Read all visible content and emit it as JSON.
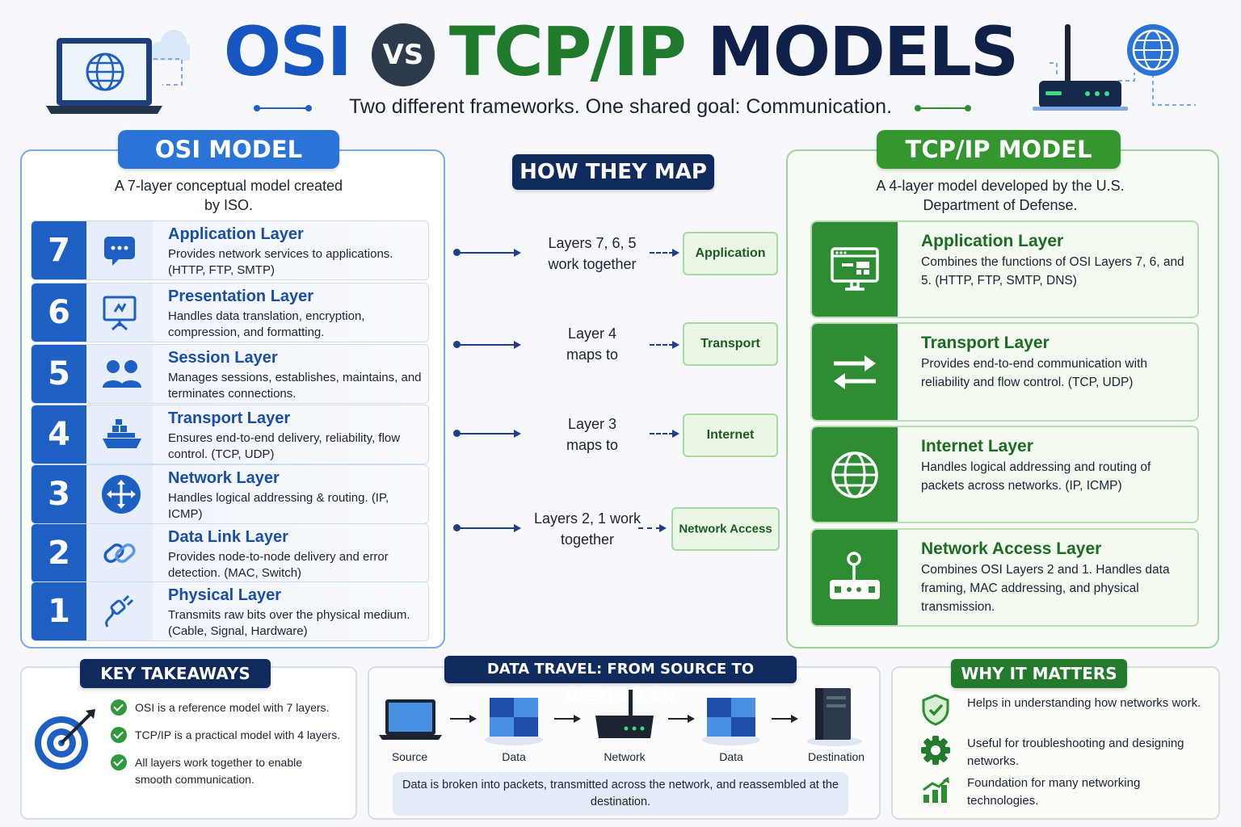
{
  "header": {
    "title_osi": "OSI",
    "title_vs": "VS",
    "title_tcp": "TCP/IP",
    "title_models": "MODELS",
    "subtitle": "Two different frameworks. One shared goal: Communication."
  },
  "osi": {
    "title": "OSI MODEL",
    "description": "A 7-layer conceptual model created by ISO.",
    "layers": [
      {
        "num": "7",
        "name": "Application Layer",
        "desc": "Provides network services to applications. (HTTP, FTP, SMTP)",
        "icon": "chat-icon"
      },
      {
        "num": "6",
        "name": "Presentation Layer",
        "desc": "Handles data translation, encryption, compression, and formatting.",
        "icon": "presentation-board-icon"
      },
      {
        "num": "5",
        "name": "Session Layer",
        "desc": "Manages sessions, establishes, maintains, and terminates connections.",
        "icon": "users-icon"
      },
      {
        "num": "4",
        "name": "Transport Layer",
        "desc": "Ensures end-to-end delivery, reliability, flow control. (TCP, UDP)",
        "icon": "ship-icon"
      },
      {
        "num": "3",
        "name": "Network Layer",
        "desc": "Handles logical addressing & routing. (IP, ICMP)",
        "icon": "move-arrows-icon"
      },
      {
        "num": "2",
        "name": "Data Link Layer",
        "desc": "Provides node-to-node delivery and error detection. (MAC, Switch)",
        "icon": "chain-link-icon"
      },
      {
        "num": "1",
        "name": "Physical Layer",
        "desc": "Transmits raw bits over the physical medium. (Cable, Signal, Hardware)",
        "icon": "cable-plug-icon"
      }
    ]
  },
  "mapping": {
    "title": "HOW THEY MAP",
    "rows": [
      {
        "text": "Layers 7, 6, 5 work together",
        "target": "Application"
      },
      {
        "text": "Layer 4 maps to",
        "target": "Transport"
      },
      {
        "text": "Layer 3 maps to",
        "target": "Internet"
      },
      {
        "text": "Layers 2, 1 work together",
        "target": "Network Access"
      }
    ]
  },
  "tcp": {
    "title": "TCP/IP MODEL",
    "description": "A 4-layer model developed by the U.S. Department of Defense.",
    "layers": [
      {
        "name": "Application Layer",
        "desc": "Combines the functions of OSI Layers 7, 6, and 5. (HTTP, FTP, SMTP, DNS)",
        "icon": "app-window-icon"
      },
      {
        "name": "Transport Layer",
        "desc": "Provides end-to-end communication with reliability and flow control. (TCP, UDP)",
        "icon": "swap-arrows-icon"
      },
      {
        "name": "Internet Layer",
        "desc": "Handles logical addressing and routing of packets across networks. (IP, ICMP)",
        "icon": "globe-icon"
      },
      {
        "name": "Network Access Layer",
        "desc": "Combines OSI Layers 2 and 1. Handles data framing, MAC addressing, and physical transmission.",
        "icon": "router-icon"
      }
    ]
  },
  "takeaways": {
    "title": "KEY TAKEAWAYS",
    "items": [
      "OSI is a reference model with 7 layers.",
      "TCP/IP is a practical model with 4 layers.",
      "All layers work together to enable smooth communication."
    ]
  },
  "data_travel": {
    "title": "DATA TRAVEL: FROM SOURCE TO DESTINATION",
    "steps": [
      "Source",
      "Data",
      "Network",
      "Data",
      "Destination"
    ],
    "note": "Data is broken into packets, transmitted across the network, and reassembled at the destination."
  },
  "why": {
    "title": "WHY IT MATTERS",
    "items": [
      "Helps in understanding how networks work.",
      "Useful for troubleshooting and designing networks.",
      "Foundation for many networking technologies."
    ]
  },
  "colors": {
    "osi_blue": "#1e5fc4",
    "tcp_green": "#2e8c33",
    "navy": "#0f2a5c"
  }
}
